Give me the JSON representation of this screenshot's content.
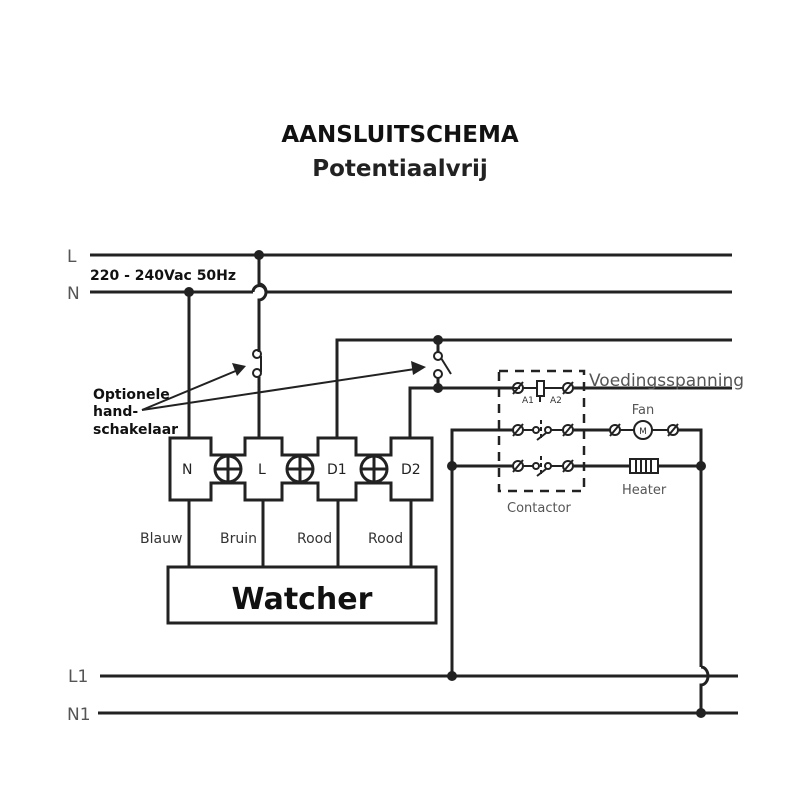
{
  "title": "AANSLUITSCHEMA",
  "subtitle": "Potentiaalvrij",
  "supply": {
    "line_label": "L",
    "neutral_label": "N",
    "voltage": "220 - 240Vac 50Hz"
  },
  "load_supply": {
    "line_label": "L1",
    "neutral_label": "N1"
  },
  "annotation": {
    "line1": "Optionele",
    "line2": "hand-",
    "line3": "schakelaar"
  },
  "terminals": [
    "N",
    "L",
    "D1",
    "D2"
  ],
  "wire_colors": [
    "Blauw",
    "Bruin",
    "Rood",
    "Rood"
  ],
  "device": "Watcher",
  "contactor": {
    "label": "Contactor",
    "coil_a1": "A1",
    "coil_a2": "A2",
    "coil_supply_label": "Voedingsspanning"
  },
  "loads": {
    "fan_label": "Fan",
    "motor_symbol": "M",
    "heater_label": "Heater"
  }
}
